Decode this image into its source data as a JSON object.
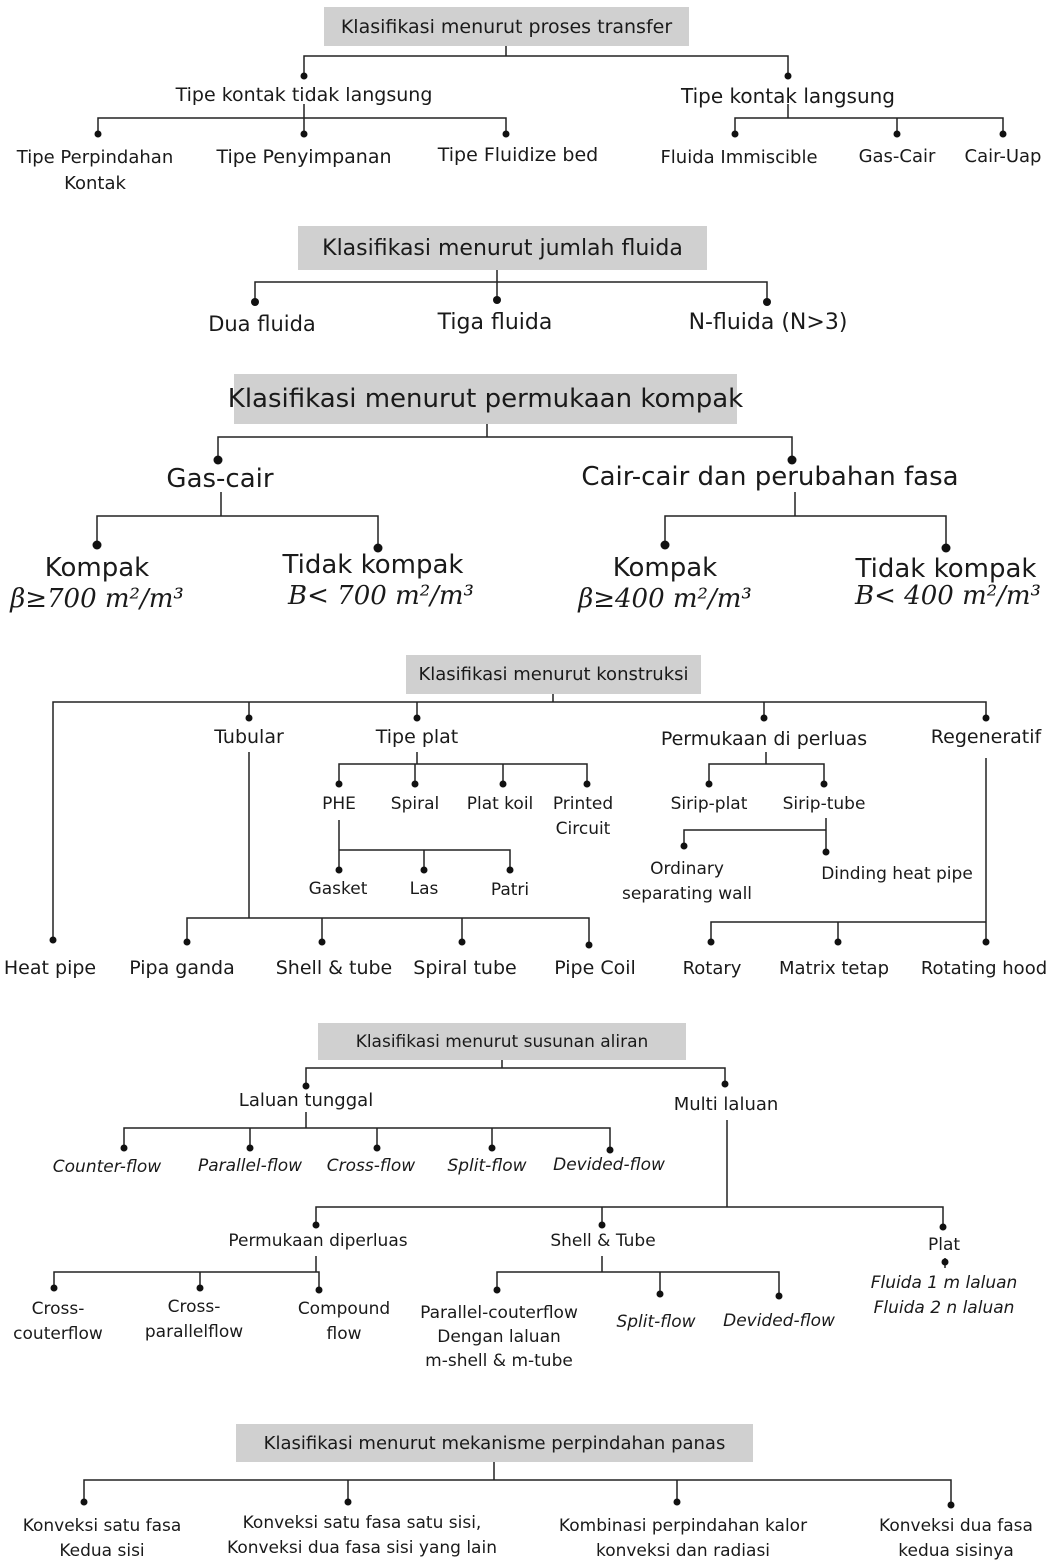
{
  "sections": {
    "transfer": {
      "title": "Klasifikasi menurut proses transfer",
      "indirect": "Tipe kontak tidak langsung",
      "direct": "Tipe kontak langsung",
      "perpindahan": "Tipe Perpindahan\nKontak",
      "penyimpanan": "Tipe Penyimpanan",
      "fluidize": "Tipe Fluidize bed",
      "immiscible": "Fluida Immiscible",
      "gascair": "Gas-Cair",
      "cairuap": "Cair-Uap"
    },
    "jumlah": {
      "title": "Klasifikasi menurut jumlah fluida",
      "dua": "Dua fluida",
      "tiga": "Tiga fluida",
      "n": "N-fluida (N>3)"
    },
    "kompak": {
      "title": "Klasifikasi menurut permukaan kompak",
      "gascair": "Gas-cair",
      "caircair": "Cair-cair dan perubahan fasa",
      "kompak1": "Kompak",
      "kompak1_eq": "β≥700 m²/m³",
      "tidak1": "Tidak kompak",
      "tidak1_eq": "B< 700 m²/m³",
      "kompak2": "Kompak",
      "kompak2_eq": "β≥400 m²/m³",
      "tidak2": "Tidak kompak",
      "tidak2_eq": "B< 400 m²/m³"
    },
    "konstruksi": {
      "title": "Klasifikasi menurut konstruksi",
      "tubular": "Tubular",
      "tipeplat": "Tipe plat",
      "perluas": "Permukaan di perluas",
      "regeneratif": "Regeneratif",
      "phe": "PHE",
      "spiral": "Spiral",
      "platkoil": "Plat koil",
      "printed": "Printed\nCircuit",
      "gasket": "Gasket",
      "las": "Las",
      "patri": "Patri",
      "siripplat": "Sirip-plat",
      "siriptube": "Sirip-tube",
      "ordinary": "Ordinary\nseparating wall",
      "dinding": "Dinding heat pipe",
      "heatpipe": "Heat pipe",
      "pipaganda": "Pipa ganda",
      "shelltube": "Shell & tube",
      "spiraltube": "Spiral tube",
      "pipecoil": "Pipe Coil",
      "rotary": "Rotary",
      "matrix": "Matrix tetap",
      "rotating": "Rotating hood"
    },
    "aliran": {
      "title": "Klasifikasi menurut susunan aliran",
      "tunggal": "Laluan tunggal",
      "multi": "Multi laluan",
      "counter": "Counter-flow",
      "parallel": "Parallel-flow",
      "cross": "Cross-flow",
      "split": "Split-flow",
      "devided": "Devided-flow",
      "diperluas": "Permukaan diperluas",
      "shelltube": "Shell & Tube",
      "plat": "Plat",
      "crosscounter": "Cross-\ncouterflow",
      "crossparallel": "Cross-\nparallelflow",
      "compound": "Compound\nflow",
      "parcounter": "Parallel-couterflow\nDengan laluan\nm-shell & m-tube",
      "split2": "Split-flow",
      "devided2": "Devided-flow",
      "fluida": "Fluida 1 m laluan\nFluida 2 n laluan"
    },
    "mekanisme": {
      "title": "Klasifikasi menurut mekanisme perpindahan panas",
      "k1": "Konveksi satu fasa\nKedua sisi",
      "k2": "Konveksi satu fasa satu sisi,\nKonveksi dua fasa sisi yang lain",
      "k3": "Kombinasi perpindahan kalor\nkonveksi dan radiasi",
      "k4": "Konveksi dua fasa\nkedua sisinya"
    }
  }
}
